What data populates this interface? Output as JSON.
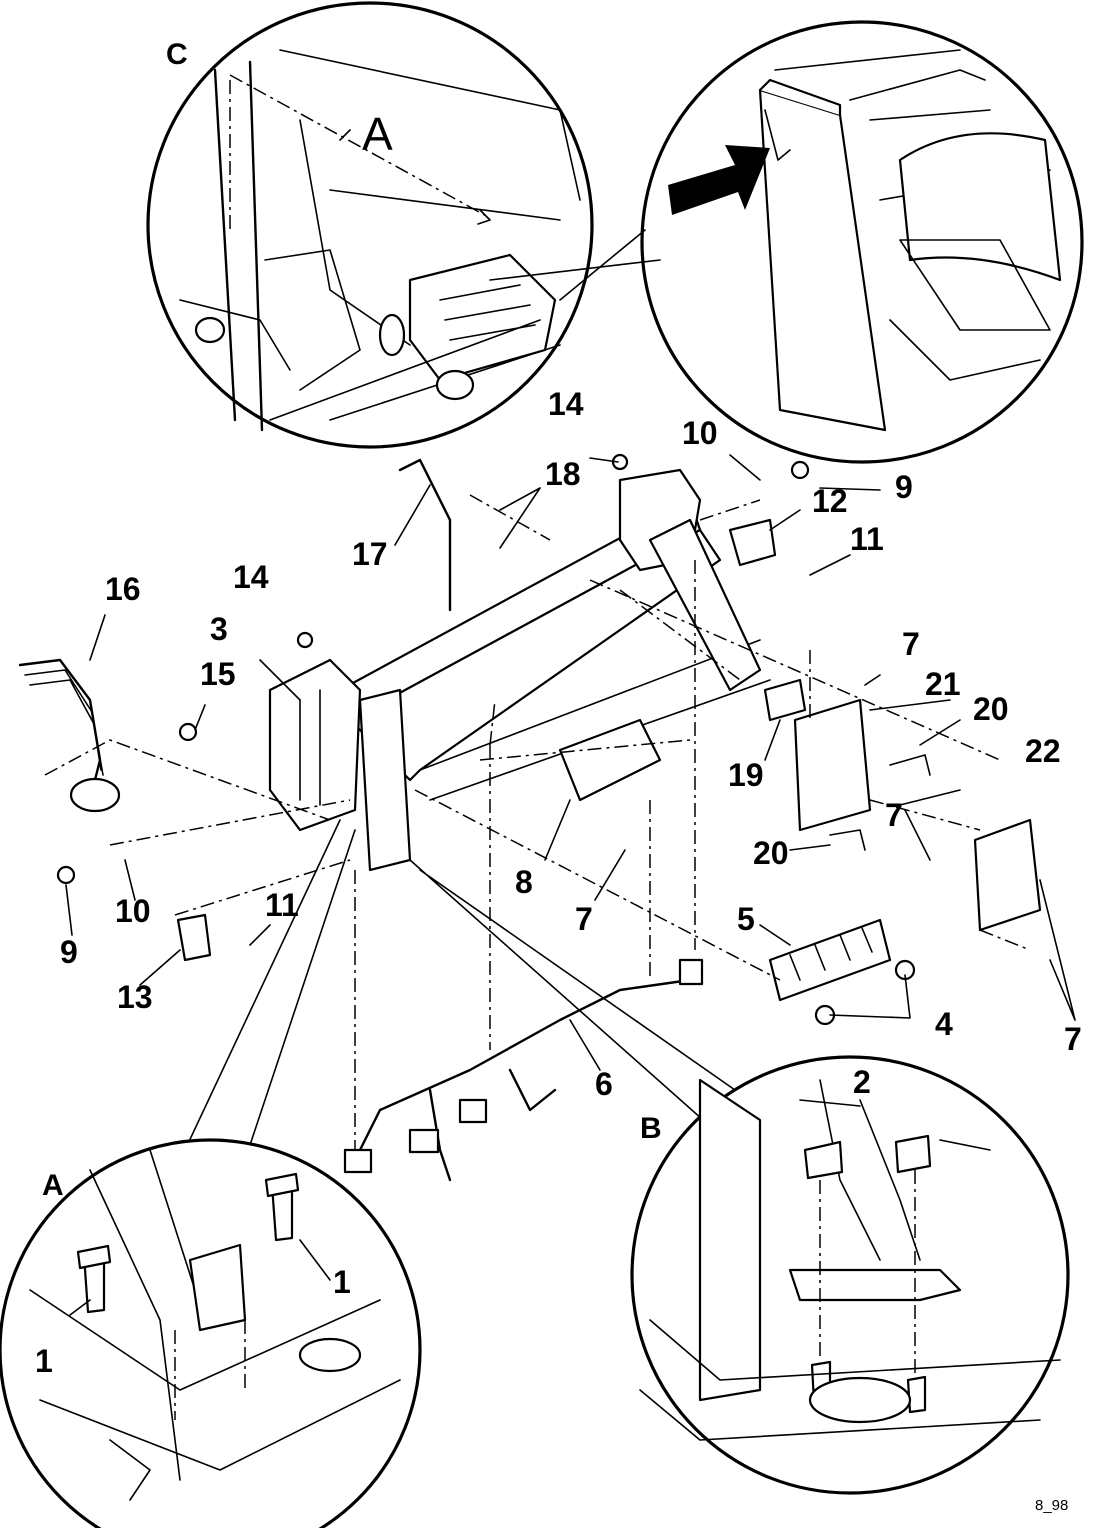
{
  "detail_views": {
    "C": {
      "letter": "C",
      "inner_label": "A"
    },
    "A": {
      "letter": "A"
    },
    "B": {
      "letter": "B"
    }
  },
  "callouts": [
    {
      "id": "c2",
      "text": "2"
    },
    {
      "id": "c1a",
      "text": "1"
    },
    {
      "id": "c1b",
      "text": "1"
    },
    {
      "id": "c3",
      "text": "3"
    },
    {
      "id": "c4",
      "text": "4"
    },
    {
      "id": "c5",
      "text": "5"
    },
    {
      "id": "c6",
      "text": "6"
    },
    {
      "id": "c7a",
      "text": "7"
    },
    {
      "id": "c7b",
      "text": "7"
    },
    {
      "id": "c7c",
      "text": "7"
    },
    {
      "id": "c7d",
      "text": "7"
    },
    {
      "id": "c8",
      "text": "8"
    },
    {
      "id": "c9a",
      "text": "9"
    },
    {
      "id": "c9b",
      "text": "9"
    },
    {
      "id": "c10a",
      "text": "10"
    },
    {
      "id": "c10b",
      "text": "10"
    },
    {
      "id": "c11a",
      "text": "11"
    },
    {
      "id": "c11b",
      "text": "11"
    },
    {
      "id": "c12",
      "text": "12"
    },
    {
      "id": "c13",
      "text": "13"
    },
    {
      "id": "c14a",
      "text": "14"
    },
    {
      "id": "c14b",
      "text": "14"
    },
    {
      "id": "c15",
      "text": "15"
    },
    {
      "id": "c16",
      "text": "16"
    },
    {
      "id": "c17",
      "text": "17"
    },
    {
      "id": "c18",
      "text": "18"
    },
    {
      "id": "c19",
      "text": "19"
    },
    {
      "id": "c20a",
      "text": "20"
    },
    {
      "id": "c20b",
      "text": "20"
    },
    {
      "id": "c21",
      "text": "21"
    },
    {
      "id": "c22",
      "text": "22"
    }
  ],
  "figure_ref": "8_98"
}
